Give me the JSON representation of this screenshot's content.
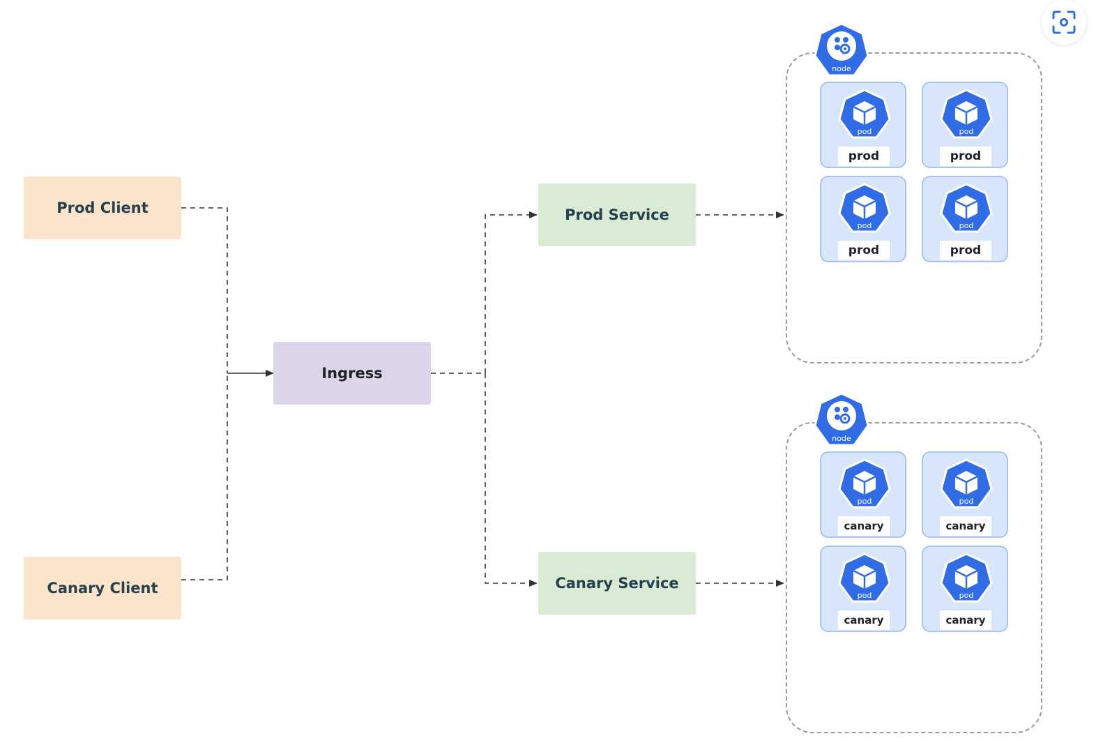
{
  "clients": {
    "prod": "Prod Client",
    "canary": "Canary Client"
  },
  "ingress": {
    "label": "Ingress"
  },
  "services": {
    "prod": "Prod Service",
    "canary": "Canary Service"
  },
  "nodes": {
    "prod": {
      "badge": "node",
      "pods": [
        {
          "icon_text": "pod",
          "label": "prod"
        },
        {
          "icon_text": "pod",
          "label": "prod"
        },
        {
          "icon_text": "pod",
          "label": "prod"
        },
        {
          "icon_text": "pod",
          "label": "prod"
        }
      ]
    },
    "canary": {
      "badge": "node",
      "pods": [
        {
          "icon_text": "pod",
          "label": "canary"
        },
        {
          "icon_text": "pod",
          "label": "canary"
        },
        {
          "icon_text": "pod",
          "label": "canary"
        },
        {
          "icon_text": "pod",
          "label": "canary"
        }
      ]
    }
  },
  "toolbar": {
    "screenshot_icon": "screenshot-icon"
  },
  "colors": {
    "client_fill": "#fbe4cc",
    "ingress_fill": "#dcd5ea",
    "service_fill": "#d9ebd5",
    "pod_card_fill": "#d8e6fb",
    "k8s_blue": "#326ce5",
    "connector": "#333333"
  }
}
